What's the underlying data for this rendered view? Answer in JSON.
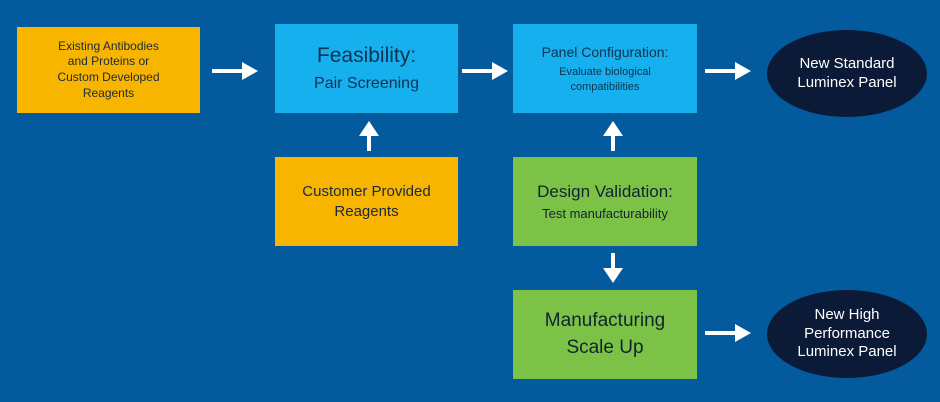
{
  "colors": {
    "background": "#035a9c",
    "orange_box": "#f7b500",
    "blue_box": "#16b0ee",
    "green_box": "#7cc247",
    "oval": "#0b1a37",
    "arrow": "#ffffff"
  },
  "nodes": {
    "existing": {
      "lines": [
        "Existing Antibodies",
        "and Proteins or",
        "Custom Developed",
        "Reagents"
      ]
    },
    "feasibility": {
      "title": "Feasibility:",
      "subtitle": "Pair Screening"
    },
    "panel_config": {
      "title": "Panel Configuration:",
      "lines": [
        "Evaluate biological",
        "compatibilities"
      ]
    },
    "new_standard": {
      "lines": [
        "New Standard",
        "Luminex Panel"
      ]
    },
    "customer": {
      "lines": [
        "Customer Provided",
        "Reagents"
      ]
    },
    "design_validation": {
      "title": "Design Validation:",
      "subtitle": "Test manufacturability"
    },
    "manufacturing": {
      "lines": [
        "Manufacturing",
        "Scale Up"
      ]
    },
    "new_high": {
      "lines": [
        "New High",
        "Performance",
        "Luminex Panel"
      ]
    }
  },
  "arrows": [
    {
      "from": "existing",
      "to": "feasibility"
    },
    {
      "from": "feasibility",
      "to": "panel_config"
    },
    {
      "from": "panel_config",
      "to": "new_standard"
    },
    {
      "from": "customer",
      "to": "feasibility"
    },
    {
      "from": "design_validation",
      "to": "panel_config"
    },
    {
      "from": "design_validation",
      "to": "manufacturing"
    },
    {
      "from": "manufacturing",
      "to": "new_high"
    }
  ]
}
